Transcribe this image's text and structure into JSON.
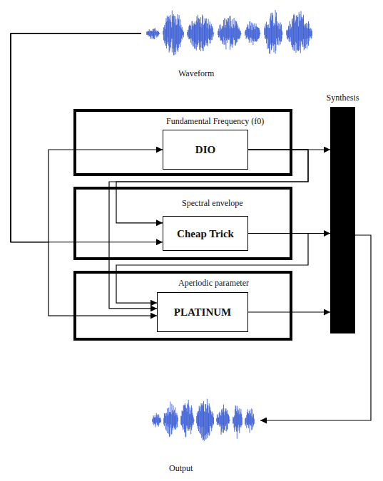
{
  "diagram": {
    "nodes": [
      {
        "text": [
          "Waveform"
        ]
      },
      {
        "text": [
          "Fundamental Frequency (f0)"
        ]
      },
      {
        "text": [
          "DIO"
        ],
        "in": 1
      },
      {
        "text": [
          "Spectral envelope"
        ]
      },
      {
        "text": [
          "Cheap Trick"
        ],
        "in": 3
      },
      {
        "text": [
          "Aperiodic parameter"
        ]
      },
      {
        "text": [
          "PLATINUM"
        ],
        "in": 5
      },
      {
        "text": [
          "Synthesis"
        ]
      },
      {
        "text": [
          "Output"
        ]
      }
    ],
    "edges": [
      {
        "from": 0,
        "to": 2,
        "arrow": "to"
      },
      {
        "from": 0,
        "to": 4,
        "arrow": "to"
      },
      {
        "from": 0,
        "to": 6,
        "arrow": "to"
      },
      {
        "from": 2,
        "to": 7,
        "arrow": "to"
      },
      {
        "from": 2,
        "to": 4,
        "arrow": "to"
      },
      {
        "from": 2,
        "to": 6,
        "arrow": "to"
      },
      {
        "from": 4,
        "to": 7,
        "arrow": "to"
      },
      {
        "from": 4,
        "to": 6,
        "arrow": "to"
      },
      {
        "from": 6,
        "to": 7,
        "arrow": "to"
      },
      {
        "from": 7,
        "to": 8,
        "arrow": "to"
      }
    ]
  }
}
